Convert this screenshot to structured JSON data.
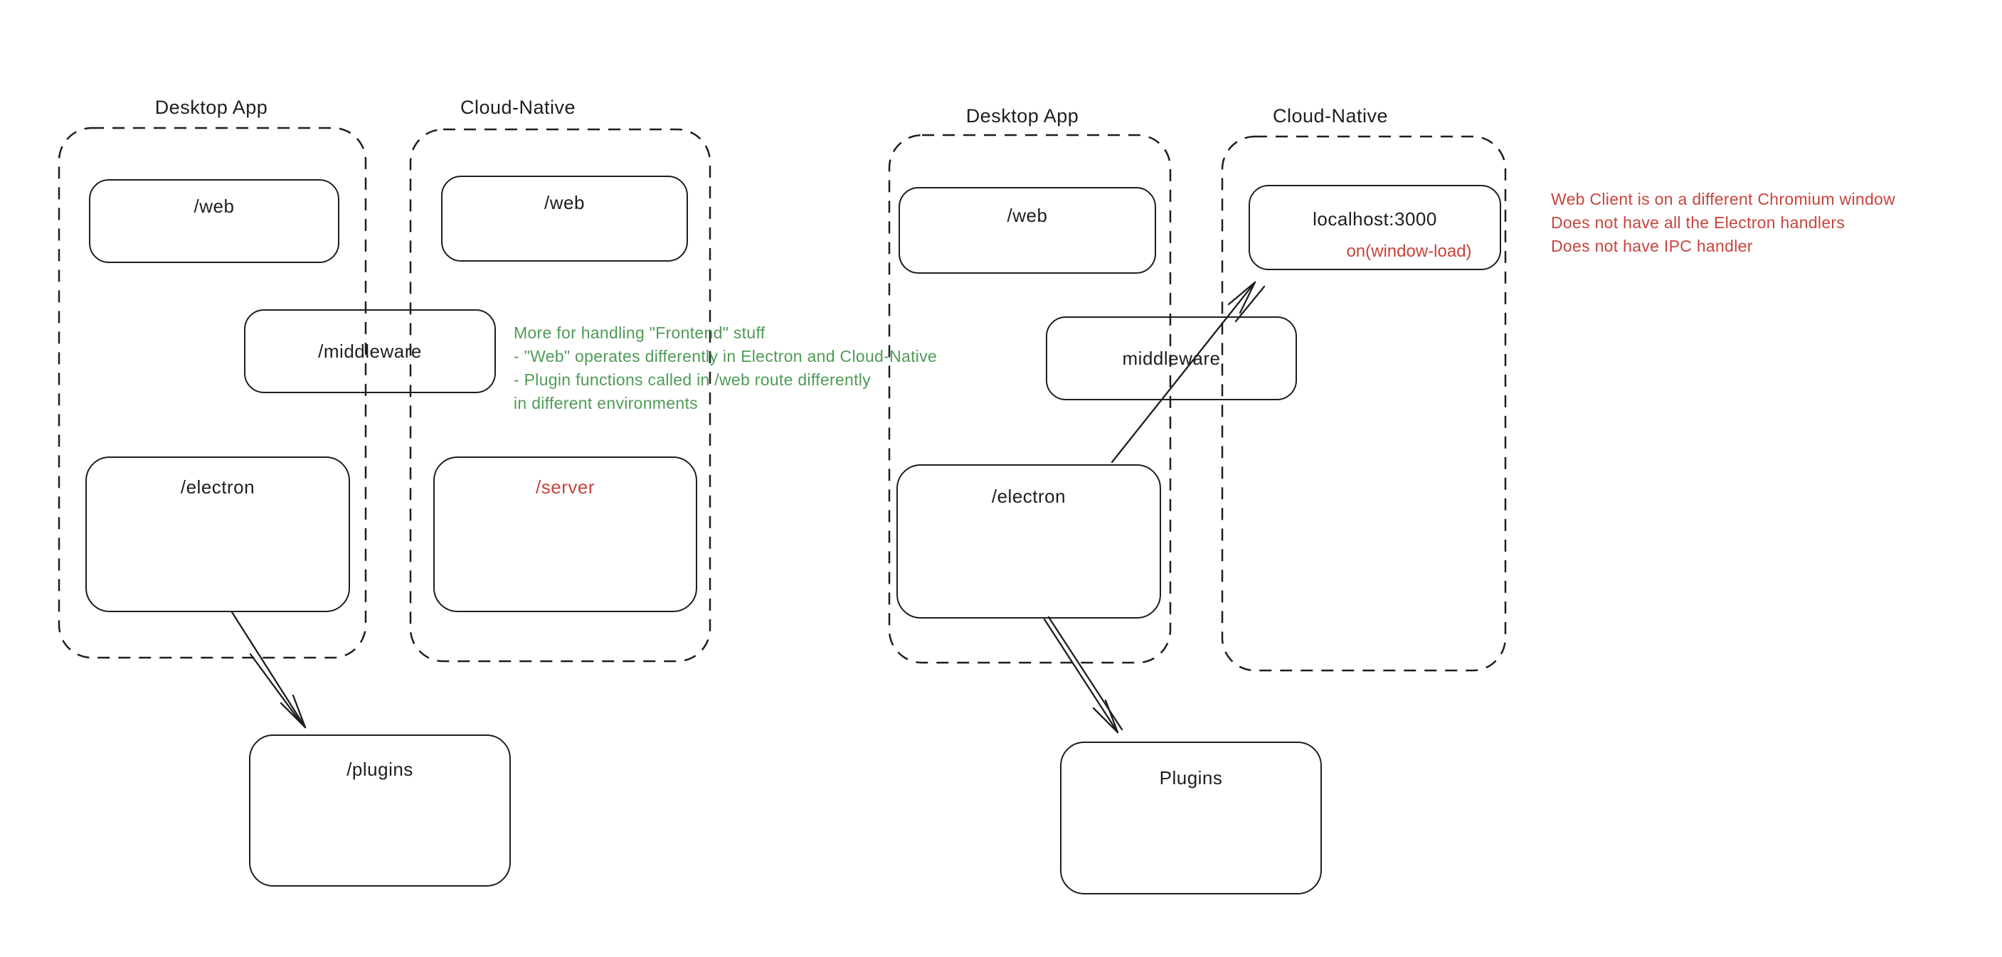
{
  "left": {
    "desktop_label": "Desktop App",
    "cloud_label": "Cloud-Native",
    "desktop_web": "/web",
    "cloud_web": "/web",
    "middleware": "/middleware",
    "electron": "/electron",
    "server": "/server",
    "plugins": "/plugins",
    "green_note": [
      "More for handling \"Frontend\" stuff",
      "- \"Web\" operates differently in Electron and Cloud-Native",
      "- Plugin functions called in /web route differently",
      "in different environments"
    ]
  },
  "right": {
    "desktop_label": "Desktop App",
    "cloud_label": "Cloud-Native",
    "web": "/web",
    "localhost": "localhost:3000",
    "window_load": "on(window-load)",
    "middleware": "middleware",
    "electron": "/electron",
    "plugins": "Plugins",
    "red_note": [
      "Web Client is on a different Chromium window",
      "Does not have all the Electron handlers",
      "Does not have IPC handler"
    ]
  },
  "colors": {
    "ink": "#1e1e1e",
    "annotation_green": "#4f9b55",
    "annotation_red": "#c7453d",
    "background": "#ffffff"
  }
}
